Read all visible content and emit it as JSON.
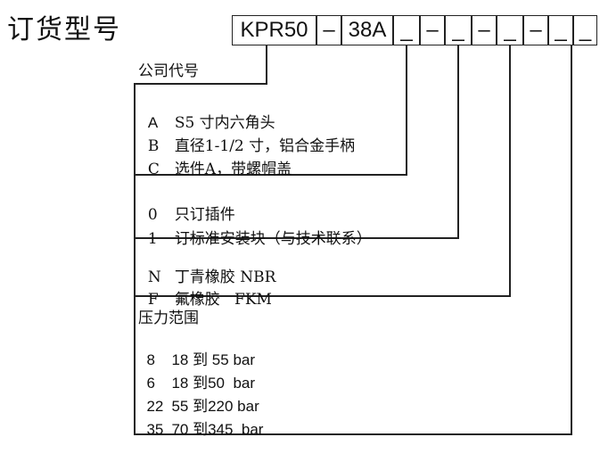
{
  "title": "订货型号",
  "model_code": {
    "fixed": [
      "KPR50",
      "–",
      "38A"
    ],
    "seps": [
      "–",
      "–",
      "–"
    ],
    "blanks": [
      "_",
      "_",
      "_",
      "_",
      "_"
    ]
  },
  "groups": [
    {
      "heading": "公司代号",
      "items": [
        {
          "code": "A",
          "text": "S5 寸内六角头"
        },
        {
          "code": "B",
          "text": "直径1-1/2 寸，铝合金手柄"
        },
        {
          "code": "C",
          "text": "选件A，带螺帽盖"
        }
      ]
    },
    {
      "heading": "",
      "items": [
        {
          "code": "0",
          "text": "只订插件"
        },
        {
          "code": "1",
          "text": "订标准安装块（与技术联系）"
        }
      ]
    },
    {
      "heading": "",
      "items": [
        {
          "code": "N",
          "text": "丁青橡胶 NBR"
        },
        {
          "code": "F",
          "text": "氟橡胶   FKM"
        }
      ]
    },
    {
      "heading": "压力范围",
      "items": [
        {
          "code": "8",
          "text": "18 到 55 bar"
        },
        {
          "code": "6",
          "text": "18 到50  bar"
        },
        {
          "code": "22",
          "text": "55 到220 bar"
        },
        {
          "code": "35",
          "text": "70 到345  bar"
        }
      ]
    }
  ]
}
